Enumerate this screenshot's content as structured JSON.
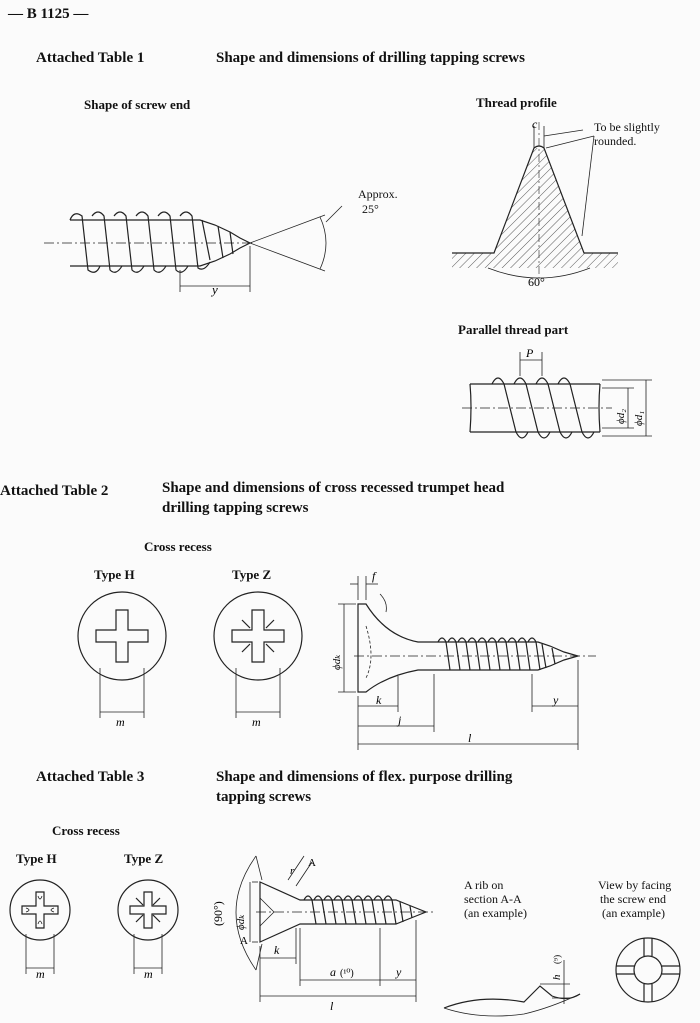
{
  "page_number": "— B 1125 —",
  "table1": {
    "number": "Attached Table 1",
    "title": "Shape and dimensions of drilling tapping screws",
    "screw_end": {
      "heading": "Shape of screw end",
      "angle_label_1": "Approx.",
      "angle_label_2": "25°",
      "dim_y": "y"
    },
    "thread_profile": {
      "heading": "Thread profile",
      "dim_c": "c",
      "note_1": "To be slightly",
      "note_2": "rounded.",
      "angle": "60°"
    },
    "parallel": {
      "heading": "Parallel thread part",
      "dim_p": "P",
      "dim_d2": "ϕd₂",
      "dim_d1": "ϕd₁"
    }
  },
  "table2": {
    "number": "Attached Table 2",
    "title_line1": "Shape and dimensions of cross recessed trumpet head",
    "title_line2": "drilling tapping screws",
    "recess_heading": "Cross recess",
    "type_h": "Type H",
    "type_z": "Type Z",
    "dim_m": "m",
    "dim_f": "f",
    "dim_dk": "ϕdₖ",
    "dim_k": "k",
    "dim_j": "j",
    "dim_y": "y",
    "dim_l": "l"
  },
  "table3": {
    "number": "Attached Table 3",
    "title_line1": "Shape and dimensions of flex. purpose drilling",
    "title_line2": "tapping screws",
    "recess_heading": "Cross recess",
    "type_h": "Type H",
    "type_z": "Type Z",
    "dim_m": "m",
    "angle": "(90°)",
    "dim_dk": "ϕdₖ",
    "dim_a_upper": "A",
    "dim_a_lower": "A",
    "dim_r": "r",
    "dim_k": "k",
    "dim_a": "a",
    "dim_a_note": "(¹⁰)",
    "dim_y": "y",
    "dim_l": "l",
    "rib_1": "A rib on",
    "rib_2": "section A-A",
    "rib_3": "(an example)",
    "dim_h": "h",
    "dim_h_note": "(⁹)",
    "view_1": "View by facing",
    "view_2": "the screw end",
    "view_3": "(an example)"
  }
}
